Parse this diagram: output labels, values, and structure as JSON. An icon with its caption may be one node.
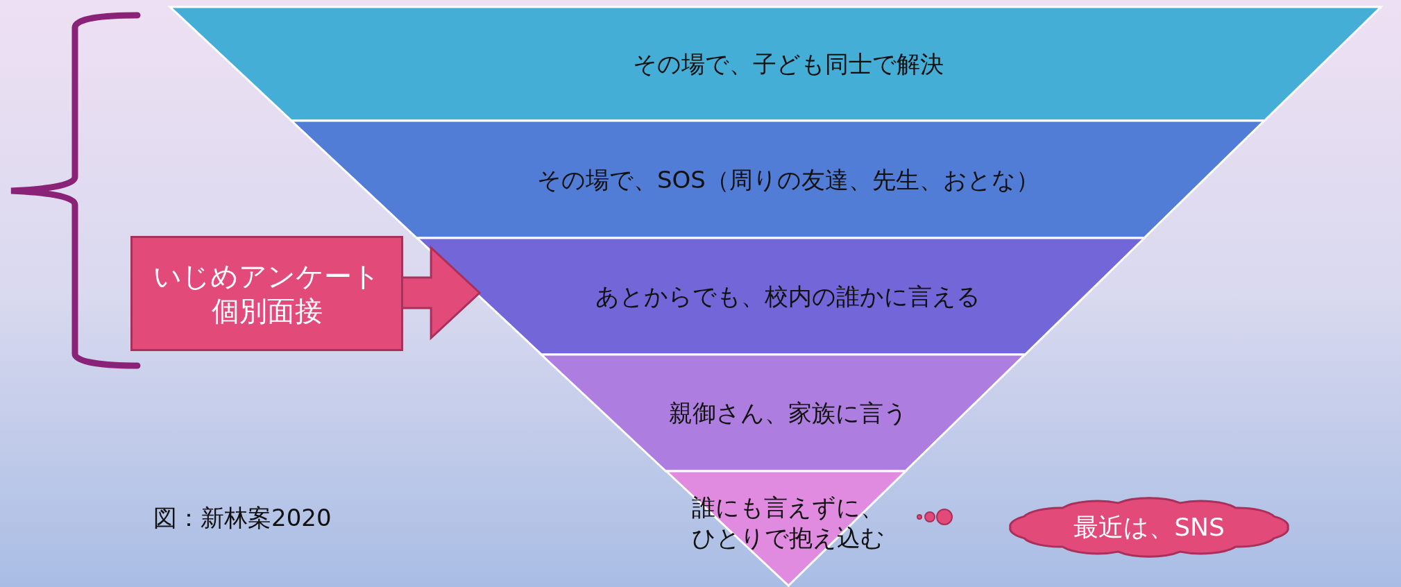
{
  "diagram": {
    "nodes": [
      {
        "text": [
          "その場で、子ども同士で解決"
        ]
      },
      {
        "text": [
          "その場で、SOS（周りの友達、先生、おとな）"
        ]
      },
      {
        "text": [
          "あとからでも、校内の誰かに言える"
        ]
      },
      {
        "text": [
          "親御さん、家族に言う"
        ]
      },
      {
        "text": [
          "誰にも言えずに、ひとりで抱え込む"
        ]
      },
      {
        "text": [
          "いじめアンケート個別面接"
        ]
      },
      {
        "text": [
          "最近は、SNS"
        ]
      }
    ],
    "edges": [
      {
        "from": 5,
        "to": 2,
        "arrow": "to",
        "style": "thick"
      }
    ],
    "labels": [
      "図：新林案2020"
    ]
  }
}
